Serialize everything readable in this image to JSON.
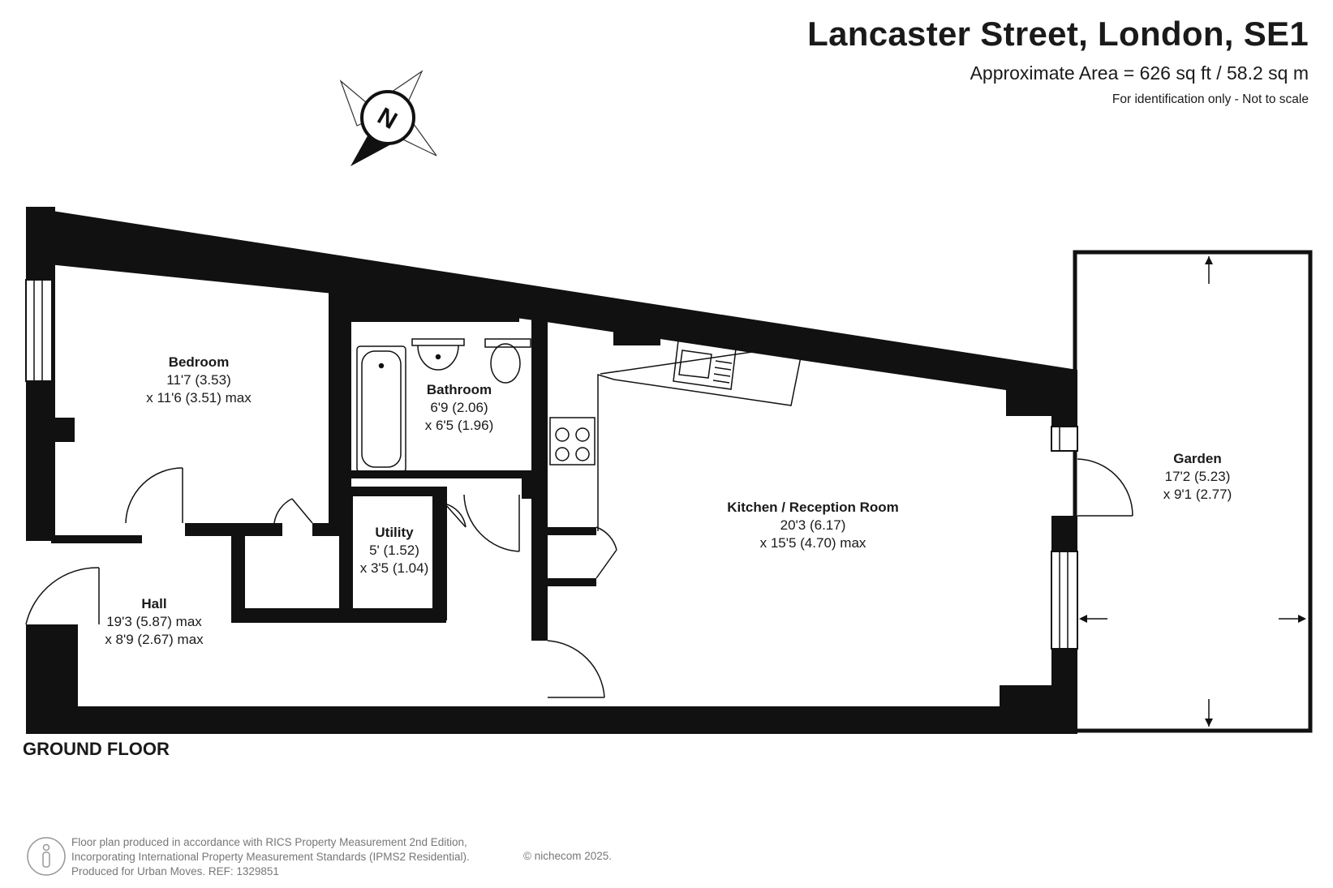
{
  "header": {
    "title": "Lancaster Street, London, SE1",
    "area": "Approximate Area = 626 sq ft / 58.2 sq m",
    "scale_note": "For identification only - Not to scale"
  },
  "compass": {
    "label": "N"
  },
  "rooms": {
    "bedroom": {
      "name": "Bedroom",
      "dim1": "11'7 (3.53)",
      "dim2": "x 11'6 (3.51) max"
    },
    "bathroom": {
      "name": "Bathroom",
      "dim1": "6'9 (2.06)",
      "dim2": "x 6'5 (1.96)"
    },
    "utility": {
      "name": "Utility",
      "dim1": "5' (1.52)",
      "dim2": "x 3'5 (1.04)"
    },
    "hall": {
      "name": "Hall",
      "dim1": "19'3 (5.87) max",
      "dim2": "x 8'9 (2.67) max"
    },
    "kitchen": {
      "name": "Kitchen / Reception Room",
      "dim1": "20'3 (6.17)",
      "dim2": "x 15'5 (4.70) max"
    },
    "garden": {
      "name": "Garden",
      "dim1": "17'2 (5.23)",
      "dim2": "x 9'1 (2.77)"
    }
  },
  "floor_label": "GROUND FLOOR",
  "footer": {
    "line1": "Floor plan produced in accordance with RICS Property Measurement 2nd Edition,",
    "line2": "Incorporating International Property Measurement Standards (IPMS2 Residential).",
    "line3": "Produced for Urban Moves.   REF: 1329851",
    "copyright": "© nichecom 2025."
  }
}
